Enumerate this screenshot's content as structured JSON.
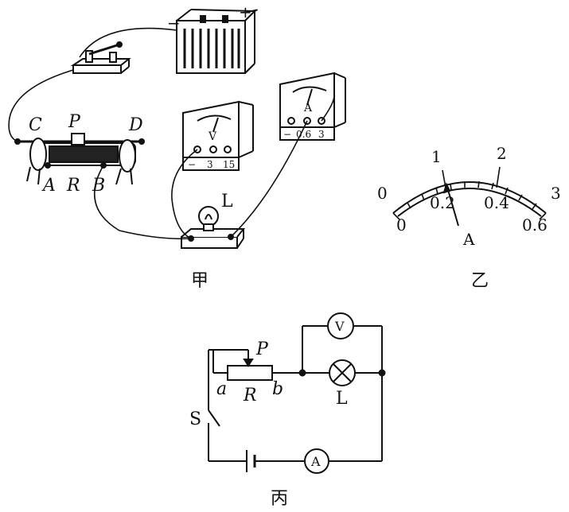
{
  "panel_a": {
    "caption": "甲",
    "battery_plus": "+",
    "battery_minus": "−",
    "label_C": "C",
    "label_P": "P",
    "label_D": "D",
    "label_A": "A",
    "label_R": "R",
    "label_B": "B",
    "lamp_label": "L",
    "voltmeter_symbol": "V",
    "voltmeter_terminals": [
      "−",
      "3",
      "15"
    ],
    "ammeter_symbol": "A",
    "ammeter_terminals": [
      "−",
      "0.6",
      "3"
    ]
  },
  "panel_b": {
    "caption": "乙",
    "upper_scale": [
      "0",
      "1",
      "2",
      "3"
    ],
    "lower_scale": [
      "0",
      "0.2",
      "0.4",
      "0.6"
    ],
    "unit_label": "A"
  },
  "panel_c": {
    "caption": "丙",
    "label_P": "P",
    "label_a": "a",
    "label_R": "R",
    "label_b": "b",
    "label_L": "L",
    "label_S": "S",
    "voltmeter": "V",
    "ammeter": "A"
  }
}
